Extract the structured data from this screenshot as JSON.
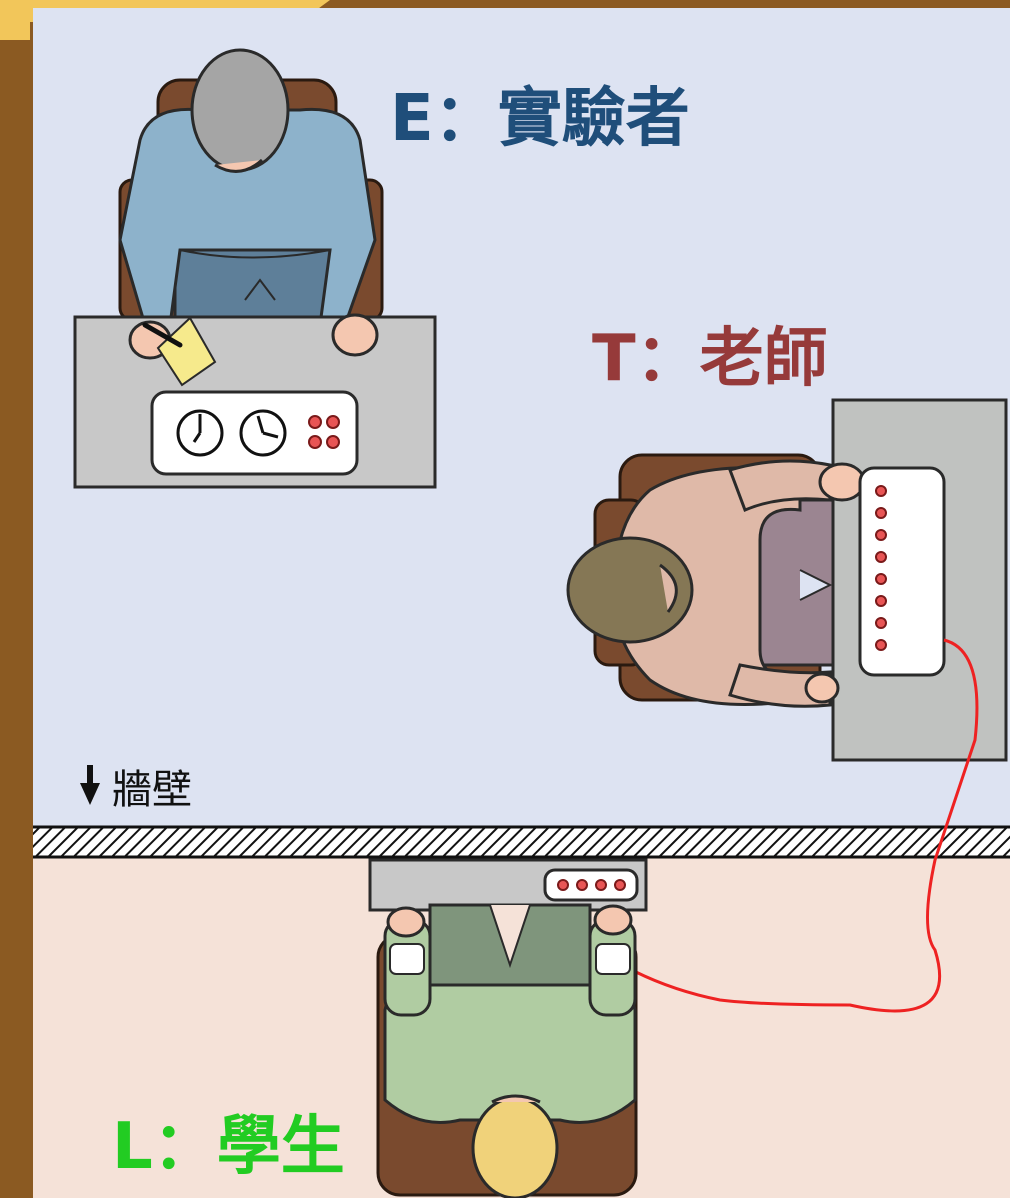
{
  "labels": {
    "experimenter": "E：實驗者",
    "teacher": "T：老師",
    "learner": "L：學生",
    "wall": "牆壁"
  },
  "colors": {
    "frame": "#8b5a22",
    "frame_accent": "#f2c65a",
    "upper_room": "#dde3f2",
    "lower_room": "#f5e2d8",
    "experimenter_label": "#1f4e7a",
    "teacher_label": "#963a3a",
    "learner_label": "#22cc22",
    "wire": "#ee2222"
  },
  "teacher_console_buttons": 8,
  "learner_panel_lights": 4
}
